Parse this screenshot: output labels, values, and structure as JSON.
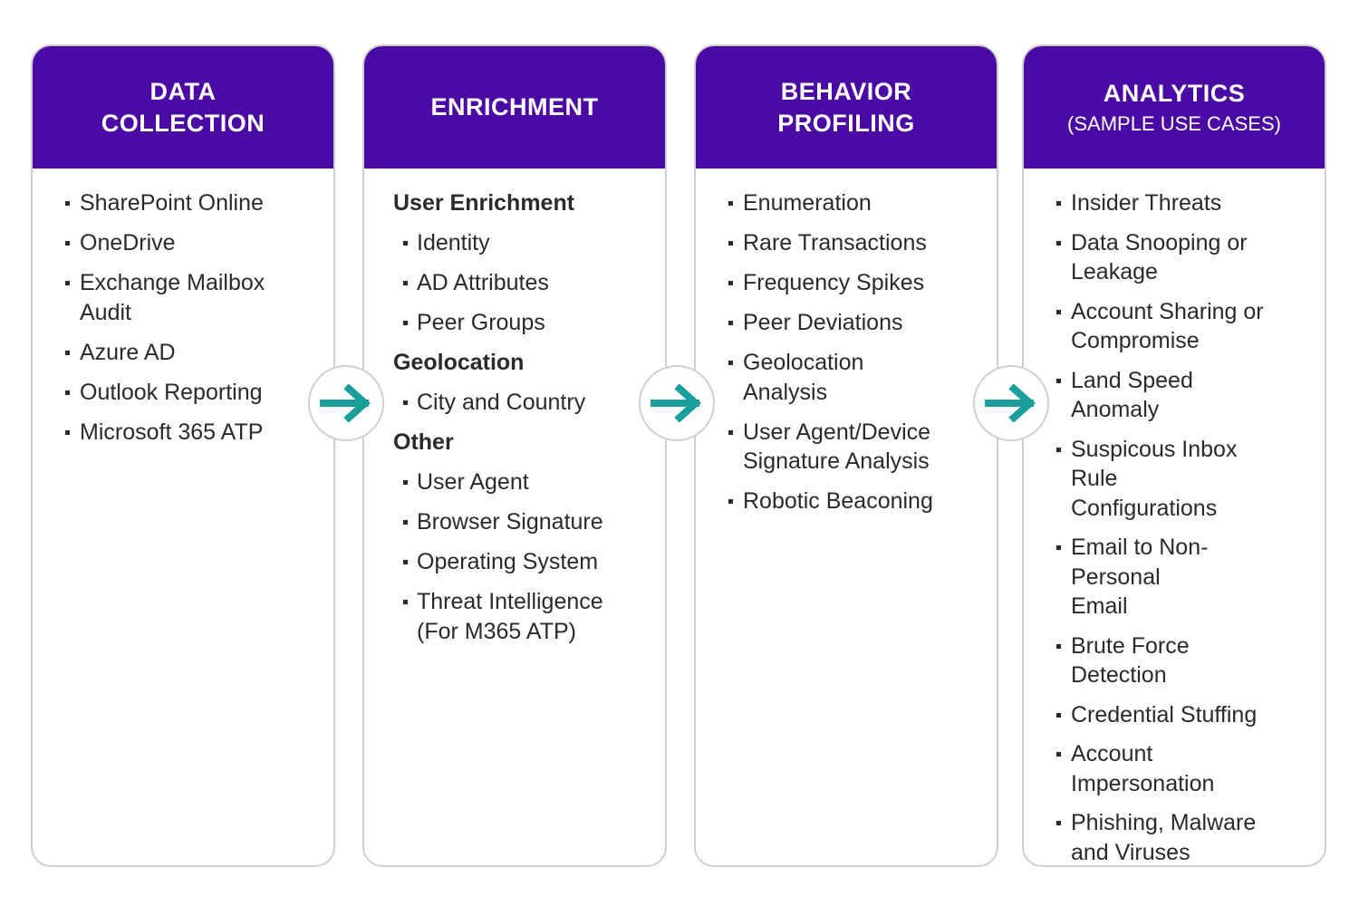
{
  "colors": {
    "header_bg": "#4b0aa3",
    "arrow": "#1a9e9b",
    "border": "#d0d0d0",
    "text": "#2a2a2a"
  },
  "icons": {
    "connector": "arrow-right-icon"
  },
  "columns": [
    {
      "title": "DATA\nCOLLECTION",
      "subtitle": "",
      "items": [
        "SharePoint Online",
        "OneDrive",
        "Exchange Mailbox Audit",
        "Azure AD",
        "Outlook Reporting",
        "Microsoft 365 ATP"
      ]
    },
    {
      "title": "ENRICHMENT",
      "subtitle": "",
      "groups": [
        {
          "heading": "User Enrichment",
          "items": [
            "Identity",
            "AD Attributes",
            "Peer Groups"
          ]
        },
        {
          "heading": "Geolocation",
          "items": [
            "City and Country"
          ]
        },
        {
          "heading": "Other",
          "items": [
            "User Agent",
            "Browser Signature",
            "Operating System",
            "Threat Intelligence (For M365 ATP)"
          ]
        }
      ]
    },
    {
      "title": "BEHAVIOR\nPROFILING",
      "subtitle": "",
      "items": [
        "Enumeration",
        "Rare Transactions",
        "Frequency Spikes",
        "Peer Deviations",
        "Geolocation Analysis",
        "User Agent/Device Signature Analysis",
        "Robotic Beaconing"
      ]
    },
    {
      "title": "ANALYTICS",
      "subtitle": "(SAMPLE USE CASES)",
      "items": [
        "Insider Threats",
        "Data Snooping or Leakage",
        "Account Sharing or Compromise",
        "Land Speed Anomaly",
        "Suspicous Inbox Rule Configurations",
        "Email to Non-Personal Email",
        "Brute Force Detection",
        "Credential Stuffing",
        "Account Impersonation",
        "Phishing, Malware and Viruses"
      ]
    }
  ]
}
